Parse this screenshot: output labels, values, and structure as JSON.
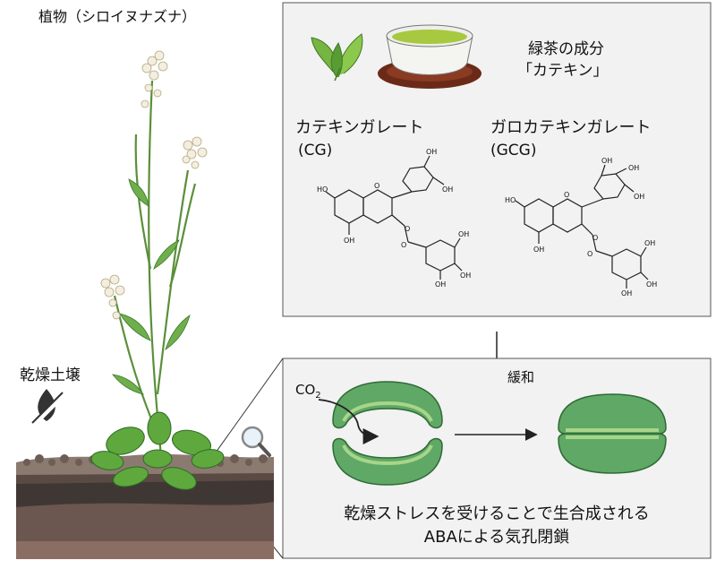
{
  "plant": {
    "title": "植物（シロイヌナズナ）",
    "soil_label": "乾燥土壌"
  },
  "tea_box": {
    "title_line1": "緑茶の成分",
    "title_line2": "「カテキン」",
    "compounds": [
      {
        "name": "カテキンガレート",
        "abbr": "(CG)",
        "oh_labels": [
          "OH",
          "OH",
          "HO",
          "OH",
          "OH",
          "OH",
          "OH"
        ],
        "o_labels": [
          "O",
          "O",
          "O"
        ]
      },
      {
        "name": "ガロカテキンガレート",
        "abbr": "(GCG)",
        "oh_labels": [
          "OH",
          "OH",
          "OH",
          "HO",
          "OH",
          "OH",
          "OH",
          "OH"
        ],
        "o_labels": [
          "O",
          "O",
          "O"
        ]
      }
    ]
  },
  "mitigation_label": "緩和",
  "stomata_box": {
    "co2_label": "CO",
    "co2_subscript": "2",
    "caption_line1": "乾燥ストレスを受けることで生合成される",
    "caption_line2": "ABAによる気孔閉鎖"
  },
  "icons": [
    "plant-illustration",
    "soil-cross-section",
    "no-water-icon",
    "magnifier-icon",
    "tea-leaf-icon",
    "tea-cup-icon"
  ],
  "colors": {
    "stomata_green": "#5fa866",
    "stomata_light": "#a7d58a",
    "soil_dark": "#3f3734",
    "soil_mid": "#5a4a44",
    "box_fill": "#f2f2f2",
    "leaf_green": "#77b542"
  }
}
